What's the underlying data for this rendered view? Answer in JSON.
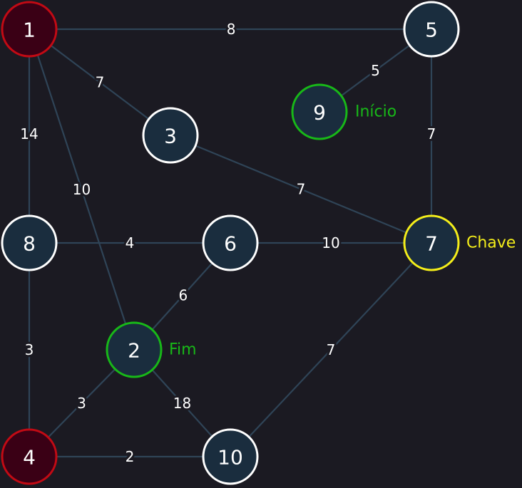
{
  "graph": {
    "colors": {
      "background": "#1b1a22",
      "edge": "#2f4457",
      "node_fill": "#1a2d3e",
      "node_stroke_default": "#ffffff",
      "node_fill_highlight": "#3a0015",
      "node_stroke_highlight": "#c20a14",
      "start_color": "#18b818",
      "end_color": "#18b818",
      "key_color": "#f4ee1a",
      "text": "#ffffff"
    },
    "nodes": [
      {
        "id": "1",
        "label": "1",
        "style": "highlight"
      },
      {
        "id": "2",
        "label": "2",
        "style": "end"
      },
      {
        "id": "3",
        "label": "3",
        "style": "default"
      },
      {
        "id": "4",
        "label": "4",
        "style": "highlight"
      },
      {
        "id": "5",
        "label": "5",
        "style": "default"
      },
      {
        "id": "6",
        "label": "6",
        "style": "default"
      },
      {
        "id": "7",
        "label": "7",
        "style": "key"
      },
      {
        "id": "8",
        "label": "8",
        "style": "default"
      },
      {
        "id": "9",
        "label": "9",
        "style": "start"
      },
      {
        "id": "10",
        "label": "10",
        "style": "default"
      }
    ],
    "tags": [
      {
        "node": "9",
        "text": "Início",
        "style": "start"
      },
      {
        "node": "7",
        "text": "Chave",
        "style": "key"
      },
      {
        "node": "2",
        "text": "Fim",
        "style": "end"
      }
    ],
    "edges": [
      {
        "from": "1",
        "to": "5",
        "weight": "8"
      },
      {
        "from": "1",
        "to": "3",
        "weight": "7"
      },
      {
        "from": "1",
        "to": "8",
        "weight": "14"
      },
      {
        "from": "1",
        "to": "2",
        "weight": "10"
      },
      {
        "from": "5",
        "to": "9",
        "weight": "5"
      },
      {
        "from": "5",
        "to": "7",
        "weight": "7"
      },
      {
        "from": "3",
        "to": "7",
        "weight": "7"
      },
      {
        "from": "8",
        "to": "6",
        "weight": "4"
      },
      {
        "from": "6",
        "to": "7",
        "weight": "10"
      },
      {
        "from": "6",
        "to": "2",
        "weight": "6"
      },
      {
        "from": "8",
        "to": "4",
        "weight": "3"
      },
      {
        "from": "2",
        "to": "4",
        "weight": "3"
      },
      {
        "from": "2",
        "to": "10",
        "weight": "18"
      },
      {
        "from": "7",
        "to": "10",
        "weight": "7"
      },
      {
        "from": "4",
        "to": "10",
        "weight": "2"
      }
    ]
  }
}
